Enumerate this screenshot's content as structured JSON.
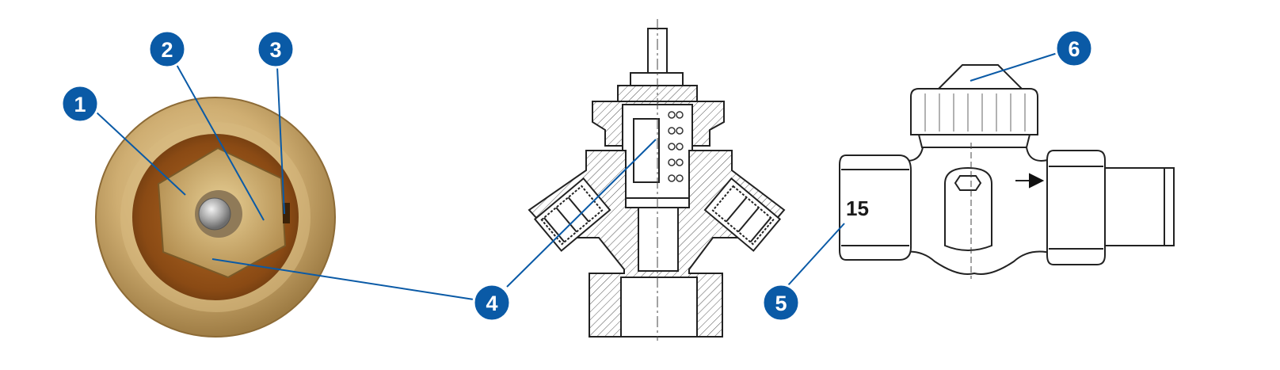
{
  "callouts": [
    {
      "id": "1",
      "label": "1"
    },
    {
      "id": "2",
      "label": "2"
    },
    {
      "id": "3",
      "label": "3"
    },
    {
      "id": "4",
      "label": "4"
    },
    {
      "id": "5",
      "label": "5"
    },
    {
      "id": "6",
      "label": "6"
    }
  ],
  "valve_body": {
    "size_marking": "15"
  },
  "colors": {
    "callout_fill": "#0a5aa6",
    "callout_ring": "#ffffff",
    "leader_line": "#0a5aa6",
    "brass": "#c8a66b",
    "drawing_stroke": "#222222"
  }
}
